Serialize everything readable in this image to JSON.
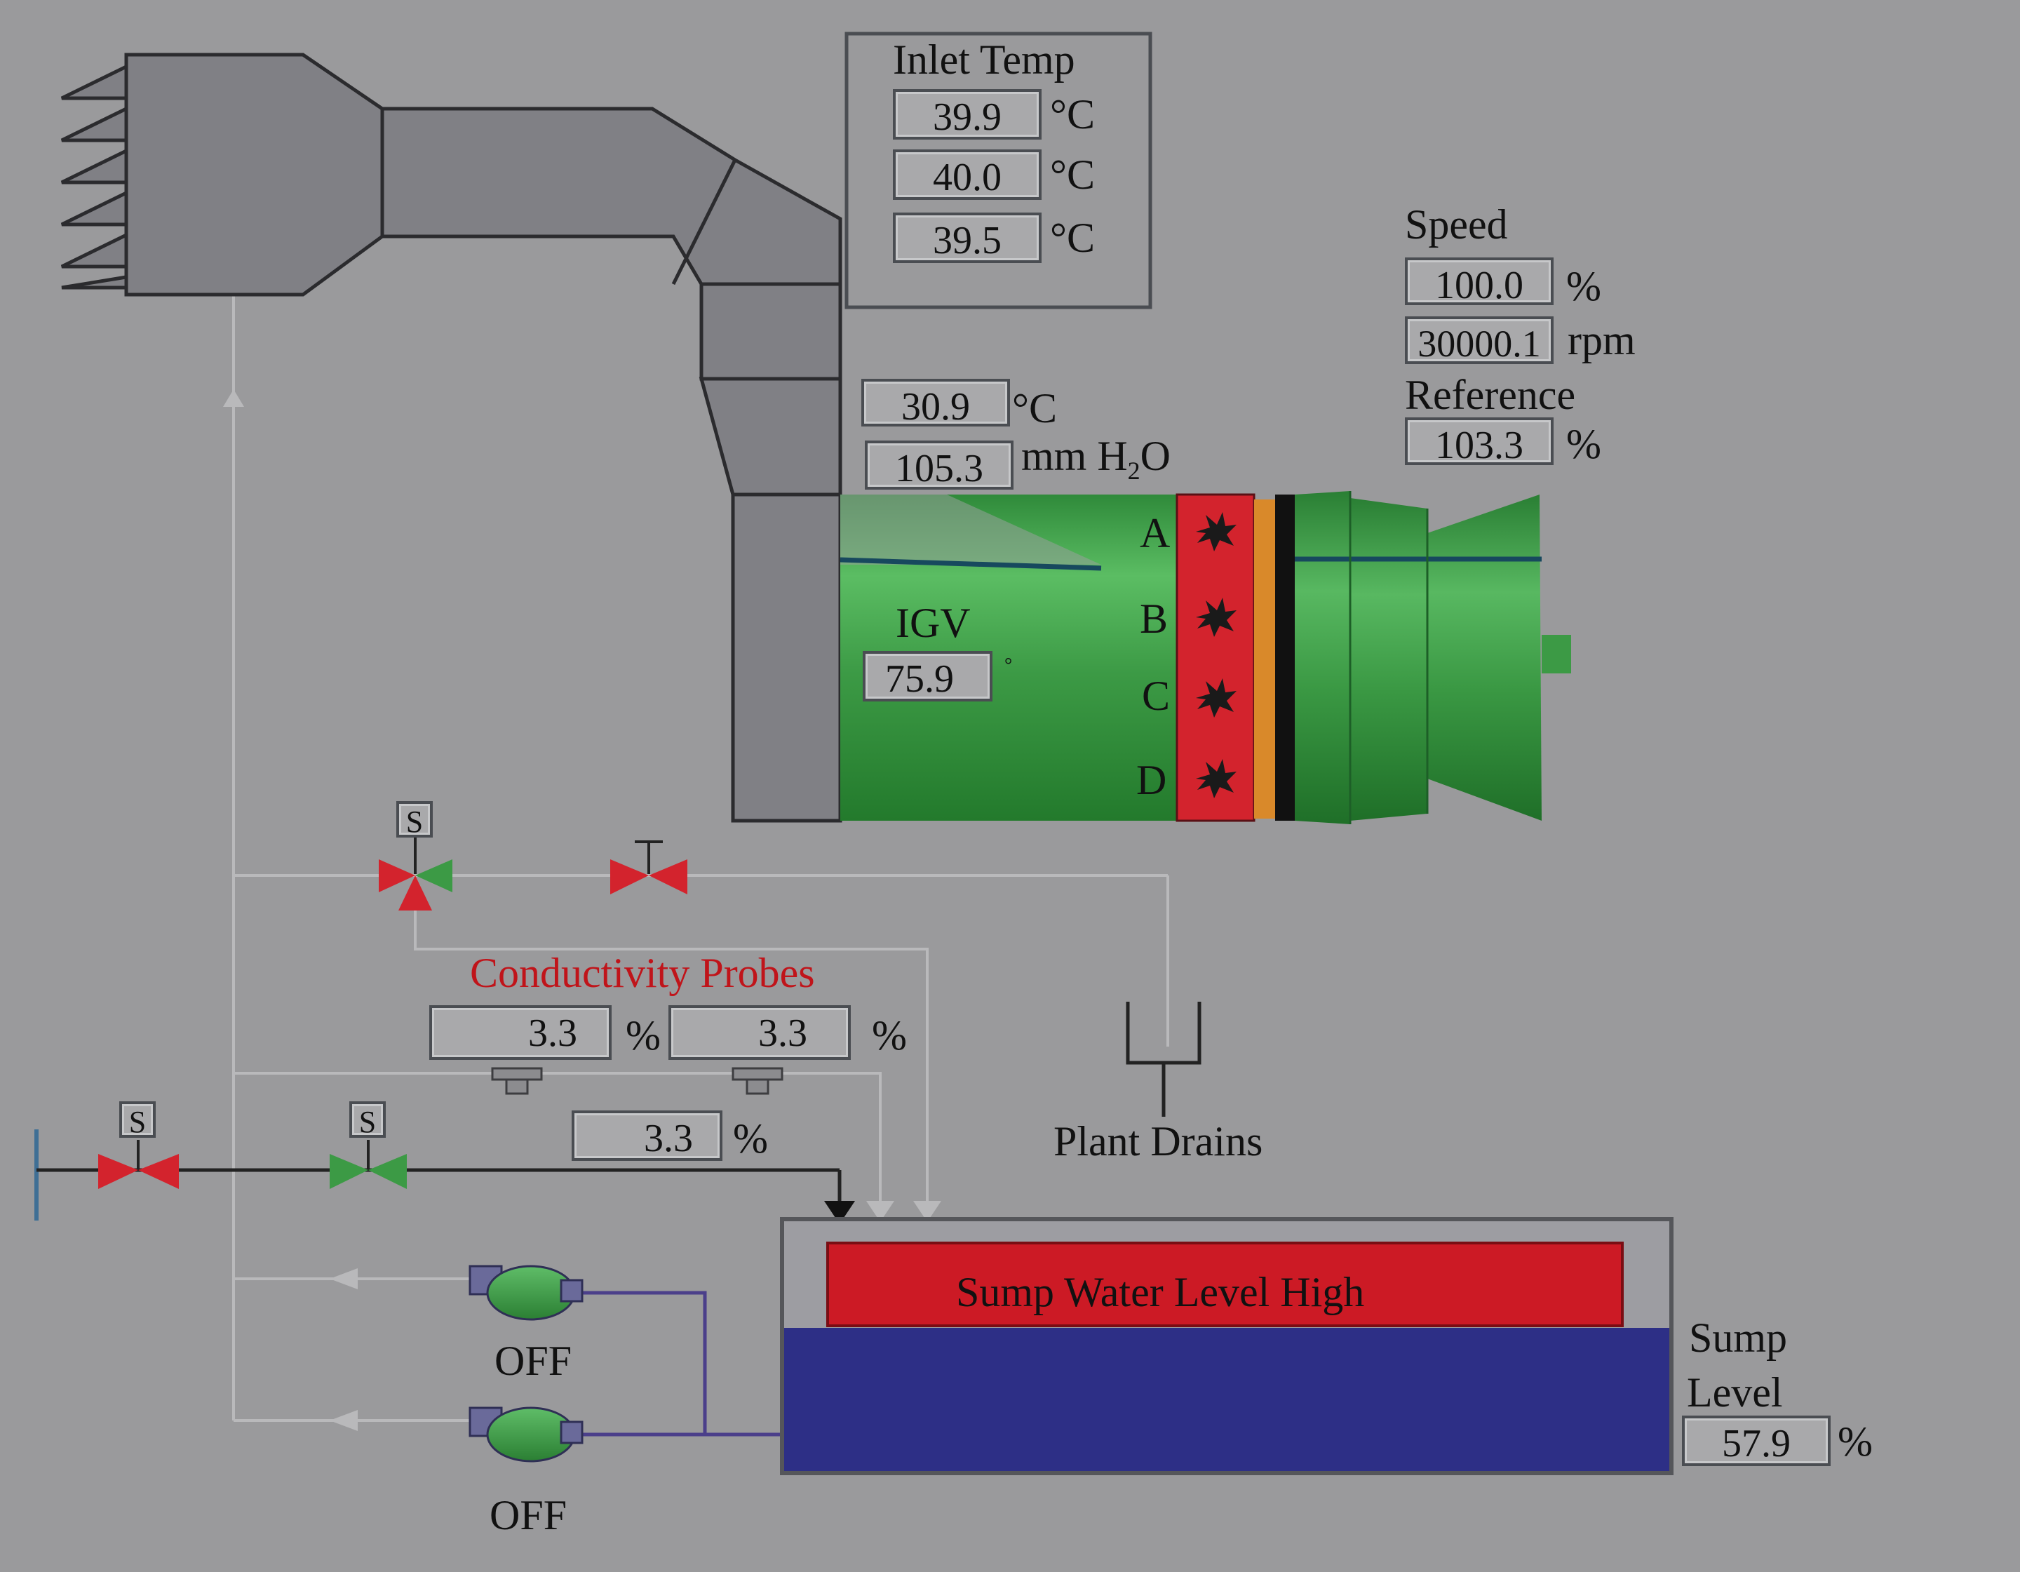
{
  "inlet_temp": {
    "title": "Inlet Temp",
    "values": [
      "39.9",
      "40.0",
      "39.5"
    ],
    "unit": "°C"
  },
  "duct": {
    "temp_value": "30.9",
    "temp_unit": "°C",
    "pressure_value": "105.3",
    "pressure_unit_prefix": "mm H",
    "pressure_unit_sub": "2",
    "pressure_unit_suffix": "O"
  },
  "igv": {
    "label": "IGV",
    "value": "75.9"
  },
  "stages": [
    "A",
    "B",
    "C",
    "D"
  ],
  "speed": {
    "title": "Speed",
    "percent_value": "100.0",
    "percent_unit": "%",
    "rpm_value": "30000.1",
    "rpm_unit": "rpm",
    "reference_label": "Reference",
    "reference_value": "103.3",
    "reference_unit": "%"
  },
  "conductivity": {
    "title": "Conductivity Probes",
    "probe1_value": "3.3",
    "probe2_value": "3.3",
    "unit": "%",
    "inline_value": "3.3",
    "inline_unit": "%"
  },
  "valve_label": "S",
  "plant_drains": "Plant Drains",
  "pumps": [
    {
      "status": "OFF"
    },
    {
      "status": "OFF"
    }
  ],
  "sump": {
    "alarm": "Sump Water Level High",
    "level_label_line1": "Sump",
    "level_label_line2": "Level",
    "level_value": "57.9",
    "level_unit": "%"
  },
  "colors": {
    "background": "#9a9a9c",
    "duct": "#808085",
    "compressor_green": "#3c9a45",
    "stage_red": "#d3232d",
    "water_blue": "#2d2f86",
    "alarm_red": "#cc1a25",
    "accent_orange": "#d9892a"
  }
}
